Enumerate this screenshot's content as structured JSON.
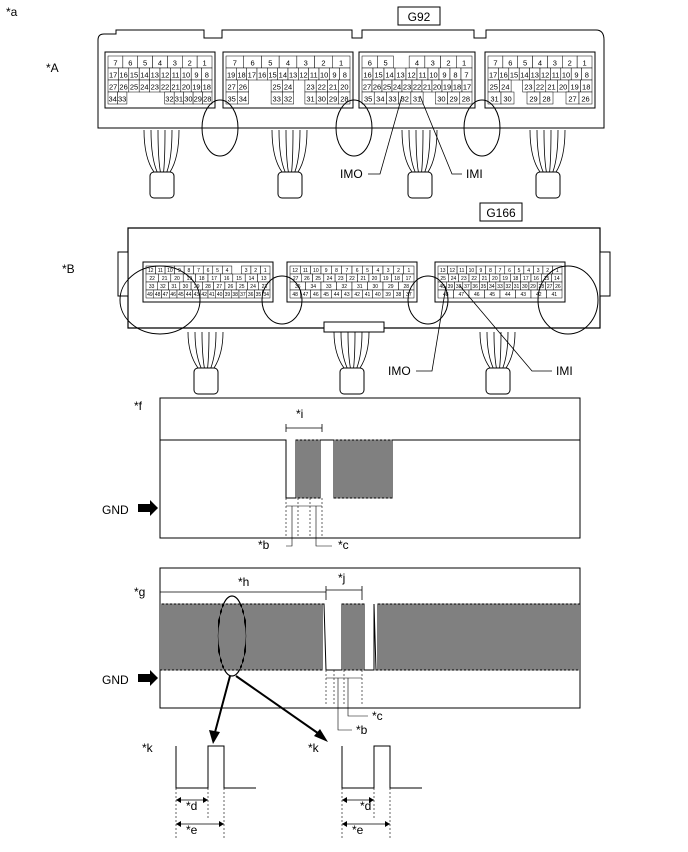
{
  "labels": {
    "a": "*a",
    "A": "*A",
    "B": "*B",
    "f": "*f",
    "g": "*g",
    "h": "*h",
    "i": "*i",
    "j": "*j",
    "k1": "*k",
    "k2": "*k",
    "b1": "*b",
    "c1": "*c",
    "b2": "*b",
    "c2": "*c",
    "d1": "*d",
    "e1": "*e",
    "d2": "*d",
    "e2": "*e"
  },
  "connectorA": {
    "name": "G92",
    "imo": "IMO",
    "imi": "IMI",
    "blocks": [
      {
        "rows": [
          [
            "7",
            "6",
            "5",
            "4",
            "3",
            "2",
            "1"
          ],
          [
            "17",
            "16",
            "15",
            "14",
            "13",
            "12",
            "11",
            "10",
            "9",
            "8"
          ],
          [
            "27",
            "26",
            "25",
            "24",
            "23",
            "22",
            "21",
            "20",
            "19",
            "18"
          ],
          [
            "34",
            "33",
            "",
            "",
            "",
            "",
            "32",
            "31",
            "30",
            "29",
            "28"
          ]
        ]
      },
      {
        "rows": [
          [
            "7",
            "6",
            "5",
            "4",
            "3",
            "2",
            "1"
          ],
          [
            "19",
            "18",
            "17",
            "16",
            "15",
            "14",
            "13",
            "12",
            "11",
            "10",
            "9",
            "8"
          ],
          [
            "27",
            "26",
            "",
            "",
            "25",
            "24",
            "",
            "23",
            "22",
            "21",
            "20"
          ],
          [
            "35",
            "34",
            "",
            "",
            "33",
            "32",
            "",
            "31",
            "30",
            "29",
            "28"
          ]
        ]
      },
      {
        "rows": [
          [
            "6",
            "5",
            "",
            "4",
            "3",
            "2",
            "1"
          ],
          [
            "16",
            "15",
            "14",
            "13",
            "12",
            "11",
            "10",
            "9",
            "8",
            "7"
          ],
          [
            "27",
            "26",
            "25",
            "24",
            "23",
            "22",
            "21",
            "20",
            "19",
            "18",
            "17"
          ],
          [
            "35",
            "34",
            "33",
            "32",
            "31",
            "",
            "30",
            "29",
            "28"
          ]
        ]
      },
      {
        "rows": [
          [
            "7",
            "6",
            "5",
            "4",
            "3",
            "2",
            "1"
          ],
          [
            "17",
            "16",
            "15",
            "14",
            "13",
            "12",
            "11",
            "10",
            "9",
            "8"
          ],
          [
            "25",
            "24",
            "",
            "23",
            "22",
            "21",
            "20",
            "19",
            "18"
          ],
          [
            "31",
            "30",
            "",
            "29",
            "28",
            "",
            "27",
            "26"
          ]
        ]
      }
    ]
  },
  "connectorB": {
    "name": "G166",
    "imo": "IMO",
    "imi": "IMI",
    "blocks": [
      {
        "rows": [
          [
            "12",
            "11",
            "10",
            "9",
            "8",
            "7",
            "6",
            "5",
            "4",
            "",
            "3",
            "2",
            "1"
          ],
          [
            "22",
            "21",
            "20",
            "19",
            "18",
            "17",
            "16",
            "15",
            "14",
            "13"
          ],
          [
            "33",
            "32",
            "31",
            "30",
            "29",
            "28",
            "27",
            "26",
            "25",
            "24",
            "23"
          ],
          [
            "49",
            "48",
            "47",
            "46",
            "45",
            "44",
            "43",
            "42",
            "41",
            "40",
            "39",
            "38",
            "37",
            "36",
            "35",
            "34"
          ]
        ]
      },
      {
        "rows": [
          [
            "12",
            "11",
            "10",
            "9",
            "8",
            "7",
            "6",
            "5",
            "4",
            "3",
            "2",
            "1"
          ],
          [
            "27",
            "26",
            "25",
            "24",
            "23",
            "22",
            "21",
            "20",
            "19",
            "18",
            "17"
          ],
          [
            "35",
            "34",
            "33",
            "32",
            "31",
            "30",
            "29",
            "28"
          ],
          [
            "48",
            "47",
            "46",
            "45",
            "44",
            "43",
            "42",
            "41",
            "40",
            "39",
            "38",
            "37"
          ]
        ]
      },
      {
        "rows": [
          [
            "13",
            "12",
            "11",
            "10",
            "9",
            "8",
            "7",
            "6",
            "5",
            "4",
            "3",
            "2",
            "1"
          ],
          [
            "25",
            "24",
            "23",
            "22",
            "21",
            "20",
            "19",
            "18",
            "17",
            "16",
            "15",
            "14"
          ],
          [
            "40",
            "39",
            "38",
            "37",
            "36",
            "35",
            "34",
            "33",
            "32",
            "31",
            "30",
            "29",
            "28",
            "27",
            "26"
          ],
          [
            "48",
            "47",
            "46",
            "45",
            "44",
            "43",
            "42",
            "41"
          ]
        ]
      }
    ]
  },
  "waveforms": {
    "gnd1": "GND",
    "gnd2": "GND"
  }
}
